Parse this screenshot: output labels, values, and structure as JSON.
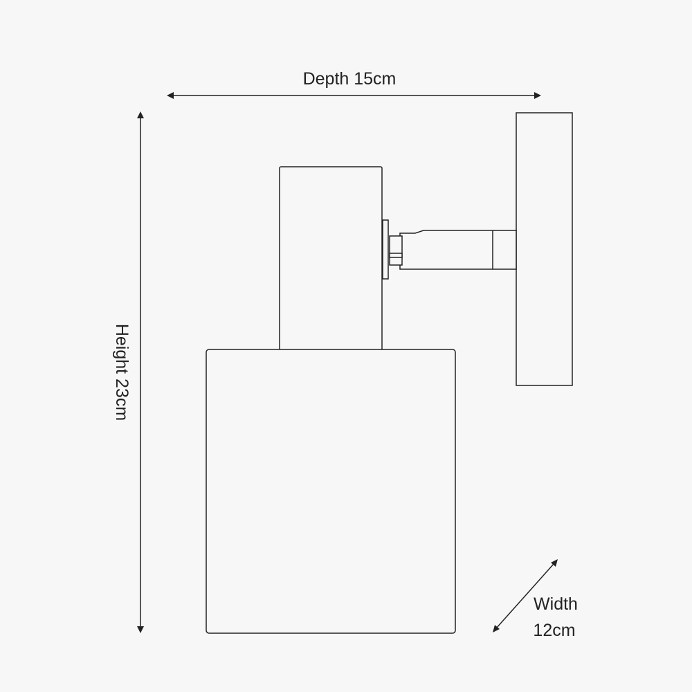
{
  "dimensions": {
    "depth": "Depth 15cm",
    "height": "Height 23cm",
    "width_line1": "Width",
    "width_line2": "12cm"
  },
  "colors": {
    "background": "#f7f7f7",
    "stroke": "#222222"
  }
}
